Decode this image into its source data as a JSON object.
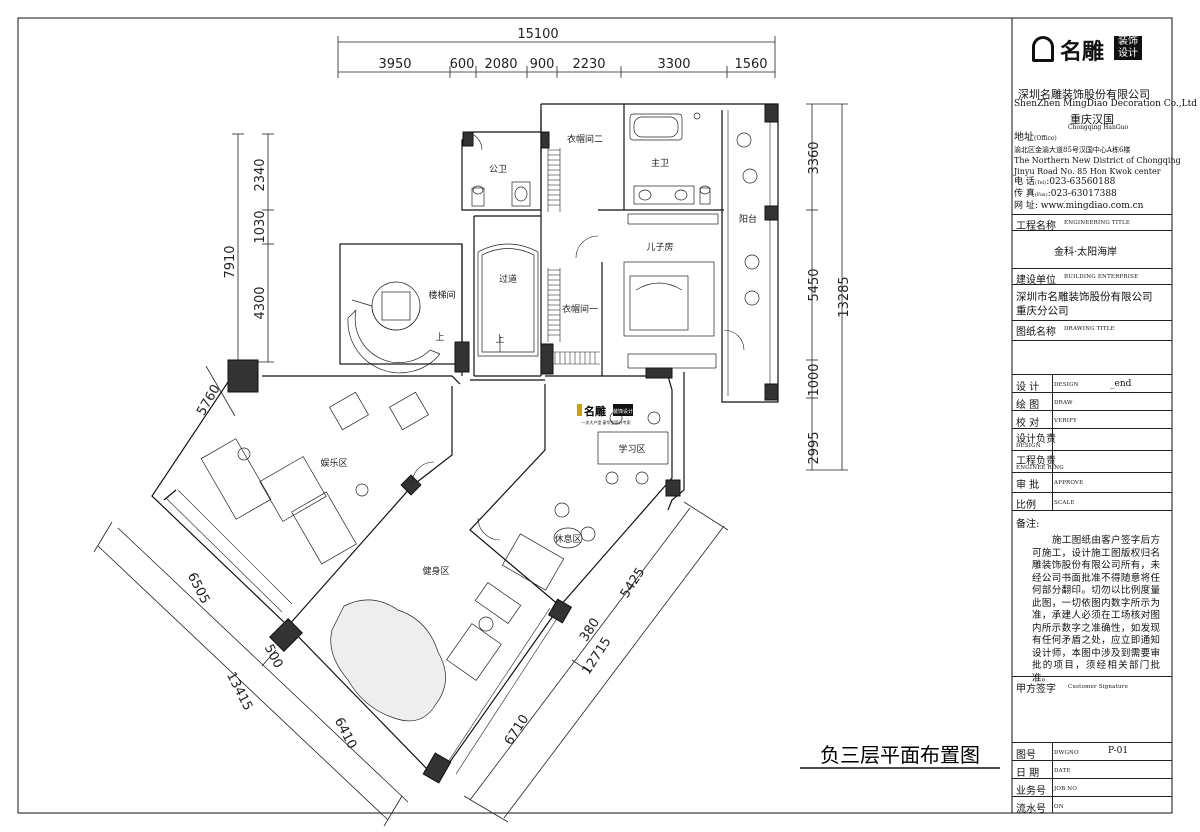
{
  "drawing": {
    "title": "负三层平面布置图",
    "dims_top": {
      "total": "15100",
      "segments": [
        "3950",
        "600",
        "2080",
        "900",
        "2230",
        "3300",
        "1560"
      ]
    },
    "dims_right": {
      "total": "13285",
      "segments": [
        "3360",
        "5450",
        "1000",
        "2995"
      ]
    },
    "dims_left": [
      "2340",
      "1030",
      "7910",
      "4300",
      "5760"
    ],
    "dims_bottom_left": [
      "6505",
      "13415",
      "500",
      "6410"
    ],
    "dims_bottom_right": [
      "5425",
      "12715",
      "380",
      "6710"
    ],
    "rooms": {
      "closet2": "衣帽间二",
      "master_bath": "主卫",
      "public_bath": "公卫",
      "balcony": "阳台",
      "corridor": "过道",
      "stairwell": "楼梯间",
      "closet1": "衣帽间一",
      "child_room": "儿子房",
      "up1": "上",
      "up2": "上",
      "entertainment": "娱乐区",
      "study": "学习区",
      "leisure": "休息区",
      "fitness": "健身区"
    },
    "inner_logo": {
      "name": "名雕",
      "badge": "装饰设计",
      "tagline": "一次大户型 豪华型设计专家"
    }
  },
  "title_block": {
    "logo_text": "名雕",
    "logo_badge": "装饰设计",
    "company_cn": "深圳名雕装饰股份有限公司",
    "company_en": "ShenZhen MingDiao Decoration Co.,Ltd",
    "branch_cn": "重庆汉国",
    "branch_en": "Chongqing HanGuo",
    "address_label": "地址",
    "address_en_label": "(Office)",
    "address_cn": "渝北区金渝大道85号汉国中心A栋6楼",
    "address_en1": "The Northern New District of Chongqing",
    "address_en2": "Jinyu Road No. 85 Hon Kwok center",
    "tel_label": "电 话",
    "tel_en": "(Tel)",
    "tel": ":023-63560188",
    "fax_label": "传 真",
    "fax_en": "(Fax)",
    "fax": ":023-63017388",
    "web_label": "网  址",
    "web": ": www.mingdiao.com.cn",
    "project_label": "工程名称",
    "project_en": "ENGINEERING TITLE",
    "project_value": "金科·太阳海岸",
    "client_label": "建设单位",
    "client_en": "BUILDING ENTERPRISE",
    "client_value1": "深圳市名雕装饰股份有限公司",
    "client_value2": "重庆分公司",
    "drawing_label": "图纸名称",
    "drawing_en": "DRAWING TITLE",
    "design_label": "设 计",
    "design_en": "DESIGN",
    "design_value": "_end",
    "draw_label": "绘 图",
    "draw_en": "DRAW",
    "check_label": "校 对",
    "check_en": "VERIFY",
    "design_lead_label": "设计负责",
    "design_lead_en": "DESIGN",
    "eng_lead_label": "工程负责",
    "eng_lead_en": "ENGINEE   RING",
    "approve_label": "审 批",
    "approve_en": "APPROVE",
    "scale_label": "比例",
    "scale_en": "SCALE",
    "notes_label": "备注:",
    "notes_text": "施工图纸由客户签字后方可施工，设计施工图版权归名雕装饰股份有限公司所有，未经公司书面批准不得随意将任何部分翻印。切勿以比例度量此图，一切依图内数字所示为准，承建人必须在工场核对图内所示数字之准确性，如发现有任何矛盾之处，应立即通知设计师，本图中涉及到需要审批的项目，须经相关部门批准。",
    "customer_label": "甲方签字",
    "customer_en": "Customer Signature",
    "drawing_no_label": "图号",
    "drawing_no_en": "DWGNO",
    "drawing_no": "P-01",
    "date_label": "日 期",
    "date_en": "DATE",
    "job_label": "业务号",
    "job_en": "JOB NO",
    "serial_label": "流水号",
    "serial_en": "ON"
  }
}
